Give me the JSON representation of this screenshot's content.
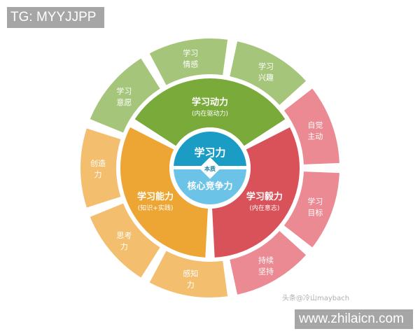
{
  "watermarks": {
    "top_left": "TG: MYYJJPP",
    "bottom_right": "www.zhilaicn.com",
    "credit": "头条@冷山maybach"
  },
  "diagram": {
    "center": {
      "top_label": "学习力",
      "divider_label": "本质",
      "bottom_label": "核心竞争力",
      "top_color": "#1a9cc4",
      "bottom_color": "#6cc3e8"
    },
    "sectors": [
      {
        "id": "motivation",
        "title": "学习动力",
        "subtitle": "(内在驱动力)",
        "color": "#7aaa3a",
        "outer_color": "#a4c57a",
        "outer_items": [
          {
            "line1": "学习",
            "line2": "意愿"
          },
          {
            "line1": "学习",
            "line2": "情感"
          },
          {
            "line1": "学习",
            "line2": "兴趣"
          }
        ]
      },
      {
        "id": "perseverance",
        "title": "学习毅力",
        "subtitle": "(内在意志)",
        "color": "#d9525a",
        "outer_color": "#eb8a93",
        "outer_items": [
          {
            "line1": "自觉",
            "line2": "主动"
          },
          {
            "line1": "学习",
            "line2": "目标"
          },
          {
            "line1": "持续",
            "line2": "坚持"
          }
        ]
      },
      {
        "id": "ability",
        "title": "学习能力",
        "subtitle": "(知识+实践)",
        "color": "#eda534",
        "outer_color": "#f3bf6e",
        "outer_items": [
          {
            "line1": "感知",
            "line2": "力"
          },
          {
            "line1": "思考",
            "line2": "力"
          },
          {
            "line1": "创造",
            "line2": "力"
          }
        ]
      }
    ]
  }
}
